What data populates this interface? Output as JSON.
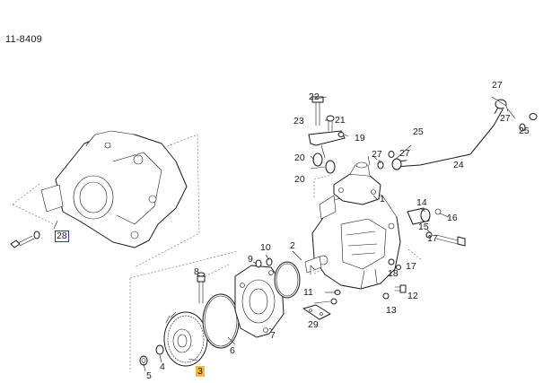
{
  "diagram": {
    "id_label": "11-8409"
  },
  "callouts": [
    {
      "key": "c28",
      "text": "28",
      "style": "boxed",
      "selected": true
    },
    {
      "key": "c3",
      "text": "3",
      "style": "highlighted",
      "selected": true
    },
    {
      "key": "c22",
      "text": "22"
    },
    {
      "key": "c23",
      "text": "23"
    },
    {
      "key": "c21",
      "text": "21"
    },
    {
      "key": "c19",
      "text": "19"
    },
    {
      "key": "c20a",
      "text": "20"
    },
    {
      "key": "c20b",
      "text": "20"
    },
    {
      "key": "c27a",
      "text": "27"
    },
    {
      "key": "c27b",
      "text": "27"
    },
    {
      "key": "c27c",
      "text": "27"
    },
    {
      "key": "c27d",
      "text": "27"
    },
    {
      "key": "c25a",
      "text": "25"
    },
    {
      "key": "c25b",
      "text": "25"
    },
    {
      "key": "c24",
      "text": "24"
    },
    {
      "key": "c1",
      "text": "1"
    },
    {
      "key": "c14",
      "text": "14"
    },
    {
      "key": "c15",
      "text": "15"
    },
    {
      "key": "c16",
      "text": "16"
    },
    {
      "key": "c17a",
      "text": "17"
    },
    {
      "key": "c17b",
      "text": "17"
    },
    {
      "key": "c18",
      "text": "18"
    },
    {
      "key": "c12",
      "text": "12"
    },
    {
      "key": "c13",
      "text": "13"
    },
    {
      "key": "c2",
      "text": "2"
    },
    {
      "key": "c10",
      "text": "10"
    },
    {
      "key": "c9",
      "text": "9"
    },
    {
      "key": "c8",
      "text": "8"
    },
    {
      "key": "c11",
      "text": "11"
    },
    {
      "key": "c7",
      "text": "7"
    },
    {
      "key": "c29",
      "text": "29"
    },
    {
      "key": "c6",
      "text": "6"
    },
    {
      "key": "c4",
      "text": "4"
    },
    {
      "key": "c5",
      "text": "5"
    }
  ]
}
